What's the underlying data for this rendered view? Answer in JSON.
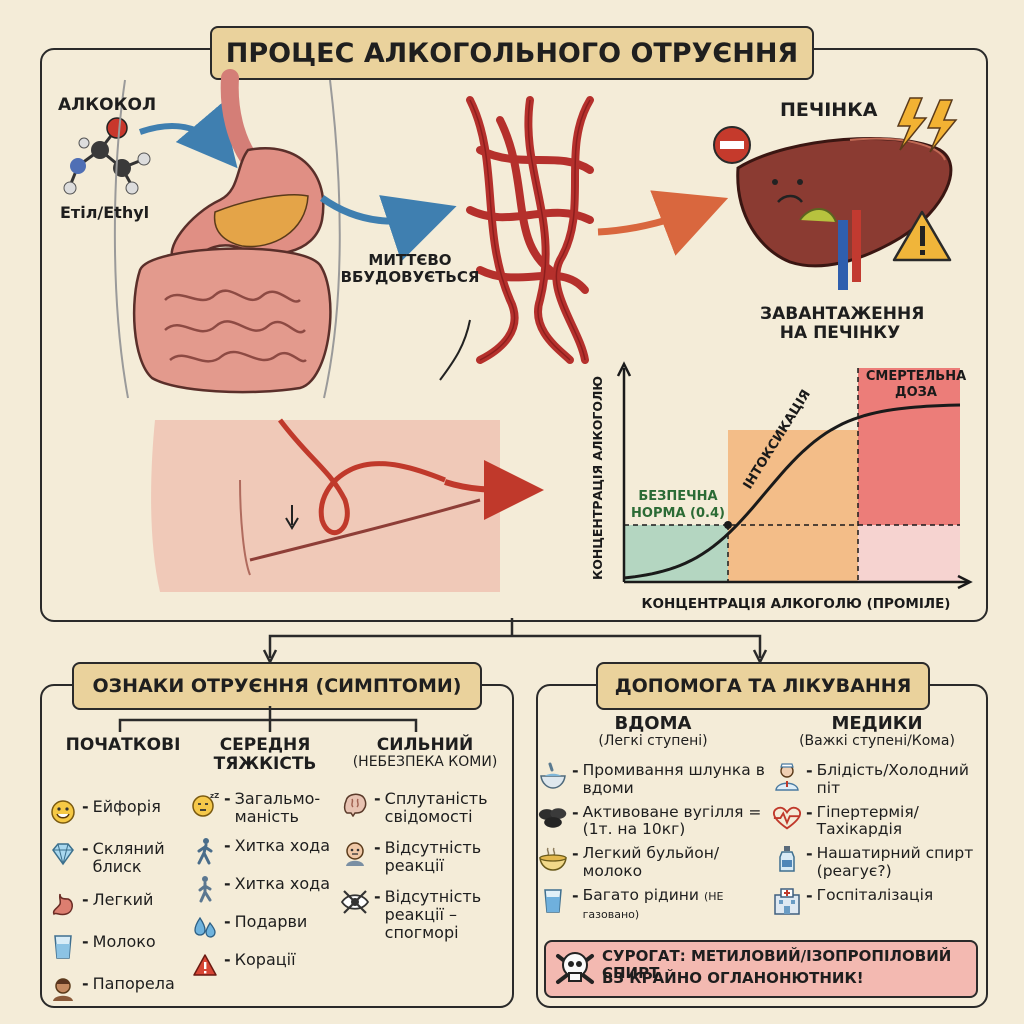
{
  "title": "ПРОЦЕС АЛКОГОЛЬНОГО ОТРУЄННЯ",
  "process": {
    "alcohol_label": "АЛКОКОЛ",
    "ethyl_label": "Етіл/Ethyl",
    "instant_label": "МИТТЄВО ВБУДОВУЄТЬСЯ",
    "liver_label": "ПЕЧІНКА",
    "liver_load_label": "ЗАВАНТАЖЕННЯ НА ПЕЧІНКУ"
  },
  "chart_data": {
    "type": "area",
    "title": "",
    "ylabel": "КОНЦЕНТРАЦІЯ АЛКОГОЛЮ",
    "xlabel": "КОНЦЕНТРАЦІЯ АЛКОГОЛЮ (ПРОМІЛЕ)",
    "zones": [
      {
        "name": "БЕЗПЕЧНА НОРМА (0.4)",
        "color": "#9fcfba"
      },
      {
        "name": "ІНТОКСИКАЦІЯ",
        "color": "#f2b57a"
      },
      {
        "name": "СМЕРТЕЛЬНА ДОЗА",
        "color": "#e9585a"
      }
    ],
    "curve": "sigmoid",
    "safe_norm": 0.4
  },
  "symptoms": {
    "title": "ОЗНАКИ ОТРУЄННЯ (СИМПТОМИ)",
    "columns": [
      {
        "title": "ПОЧАТКОВІ",
        "subtitle": "",
        "items": [
          {
            "icon": "smile-icon",
            "text": "Ейфорія"
          },
          {
            "icon": "diamond-icon",
            "text": "Скляний блиск"
          },
          {
            "icon": "stomach-icon",
            "text": "Легкий"
          },
          {
            "icon": "glass-icon",
            "text": "Молоко"
          },
          {
            "icon": "person-icon",
            "text": "Папорела"
          }
        ]
      },
      {
        "title": "СЕРЕДНЯ ТЯЖКІСТЬ",
        "subtitle": "",
        "items": [
          {
            "icon": "sleepy-face-icon",
            "text": "Загальмо-маність"
          },
          {
            "icon": "walking-icon",
            "text": "Хитка хода"
          },
          {
            "icon": "footsteps-icon",
            "text": "Хитка хода"
          },
          {
            "icon": "drops-icon",
            "text": "Подарви"
          },
          {
            "icon": "warning-icon",
            "text": "Корації"
          }
        ]
      },
      {
        "title": "СИЛЬНИЙ",
        "subtitle": "(НЕБЕЗПЕКА КОМИ)",
        "items": [
          {
            "icon": "brain-icon",
            "text": "Сплутаність свідомості"
          },
          {
            "icon": "head-icon",
            "text": "Відсутність реакції"
          },
          {
            "icon": "eye-crossed-icon",
            "text": "Відсутність реакції – спогморі"
          }
        ]
      }
    ]
  },
  "help": {
    "title": "ДОПОМОГА ТА ЛІКУВАННЯ",
    "columns": [
      {
        "title": "ВДОМА",
        "subtitle": "(Легкі ступені)",
        "items": [
          {
            "icon": "bowl-water-icon",
            "text": "Промивання шлунка в вдоми"
          },
          {
            "icon": "charcoal-icon",
            "text": "Активоване вугілля = (1т. на 10кг)"
          },
          {
            "icon": "soup-icon",
            "text": "Легкий бульйон/молоко"
          },
          {
            "icon": "water-glass-icon",
            "text": "Багато рідини",
            "note": "(НЕ газовано)"
          }
        ]
      },
      {
        "title": "МЕДИКИ",
        "subtitle": "(Важкі ступені/Кома)",
        "items": [
          {
            "icon": "doctor-icon",
            "text": "Блідість/Холодний піт"
          },
          {
            "icon": "heartbeat-icon",
            "text": "Гіпертермія/ Тахікардія"
          },
          {
            "icon": "bottle-icon",
            "text": "Нашатирний спирт (реагує?)"
          },
          {
            "icon": "hospital-icon",
            "text": "Госпіталізація"
          }
        ]
      }
    ],
    "warning": {
      "icon": "skull-icon",
      "line1": "СУРОГАТ: МЕТИЛОВИЙ/ІЗОПРОПІЛОВИЙ СПИРТ",
      "line2": "ВЗ КРАЙНО ОГЛАНОНЮТНИК!"
    }
  }
}
